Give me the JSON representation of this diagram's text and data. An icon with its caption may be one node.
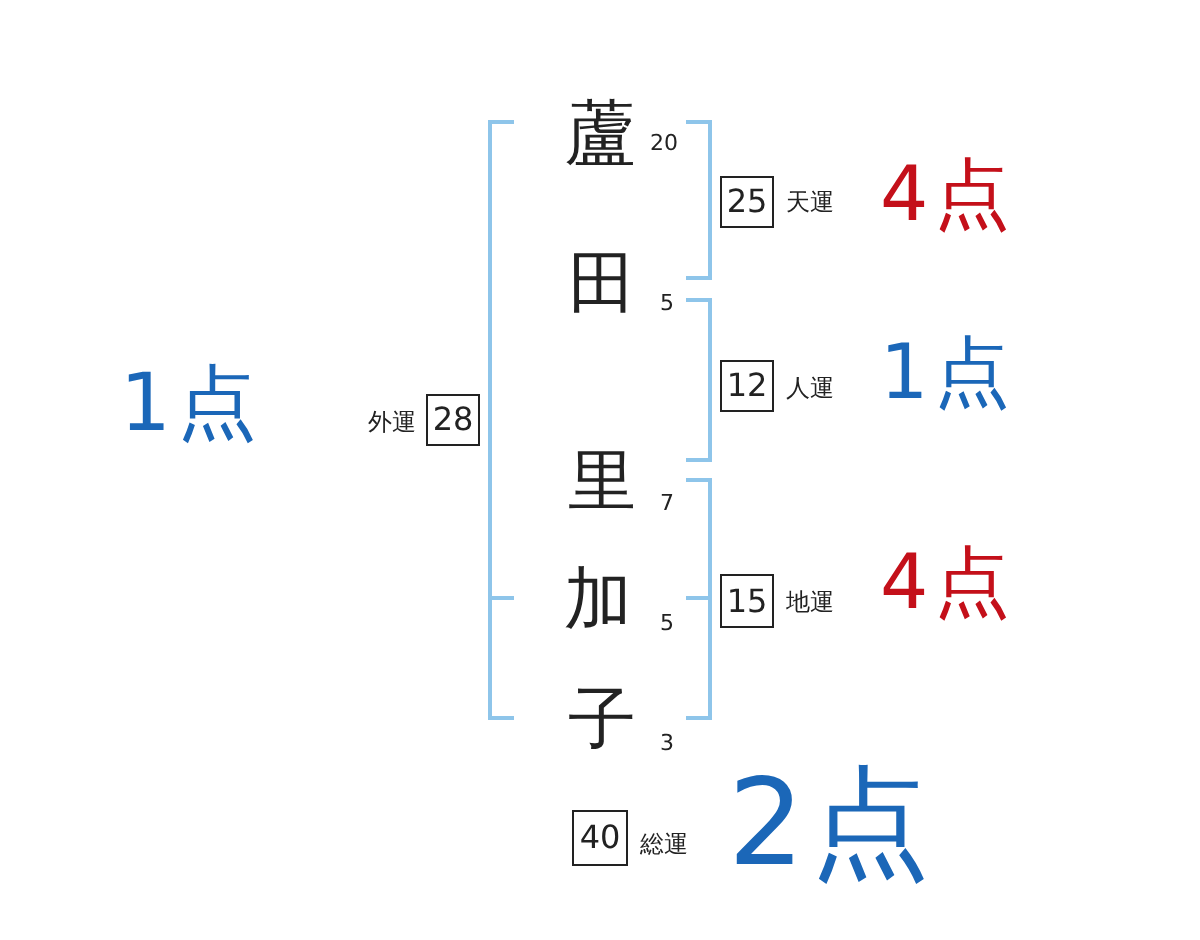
{
  "diagram": {
    "nodes": [
      {
        "text": [
          "25"
        ],
        "beside": [
          "天運"
        ]
      },
      {
        "text": [
          "12"
        ],
        "beside": [
          "人運"
        ]
      },
      {
        "text": [
          "28"
        ],
        "beside": [
          "外運"
        ]
      },
      {
        "text": [
          "15"
        ],
        "beside": [
          "地運"
        ]
      },
      {
        "text": [
          "40"
        ],
        "beside": [
          "総運"
        ]
      }
    ],
    "edges": [],
    "labels": [
      "蘆",
      "20",
      "4点",
      "田",
      "5",
      "1点",
      "1点",
      "里",
      "7",
      "4点",
      "加",
      "5",
      "子",
      "3",
      "2点"
    ]
  }
}
